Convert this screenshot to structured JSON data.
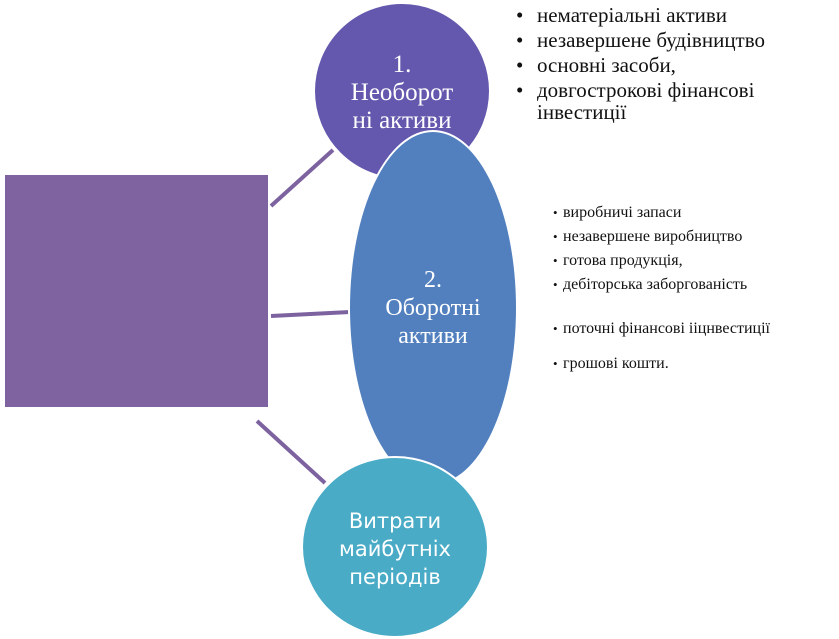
{
  "nodes": {
    "non_current": {
      "label": "1.\nНеоборот\nні активи"
    },
    "current": {
      "label": "2.\nОборотні\nактиви"
    },
    "deferred": {
      "label": "Витрати\nмайбутніх\nперіодів"
    }
  },
  "non_current_items": [
    "нематеріальні активи",
    "незавершене будівництво",
    "основні засоби,",
    "довгострокові фінансові інвестиції"
  ],
  "current_items": [
    "виробничі запаси",
    "незавершене  виробництво",
    "готова продукція,",
    "дебіторська заборгованість",
    "поточні фінансові  іiцнвестиції",
    "грошові кошти."
  ],
  "colors": {
    "central_box": "#7f63a0",
    "non_current": "#6358ad",
    "current": "#5280bf",
    "deferred": "#4aabc6",
    "connector": "#7d62a0"
  }
}
